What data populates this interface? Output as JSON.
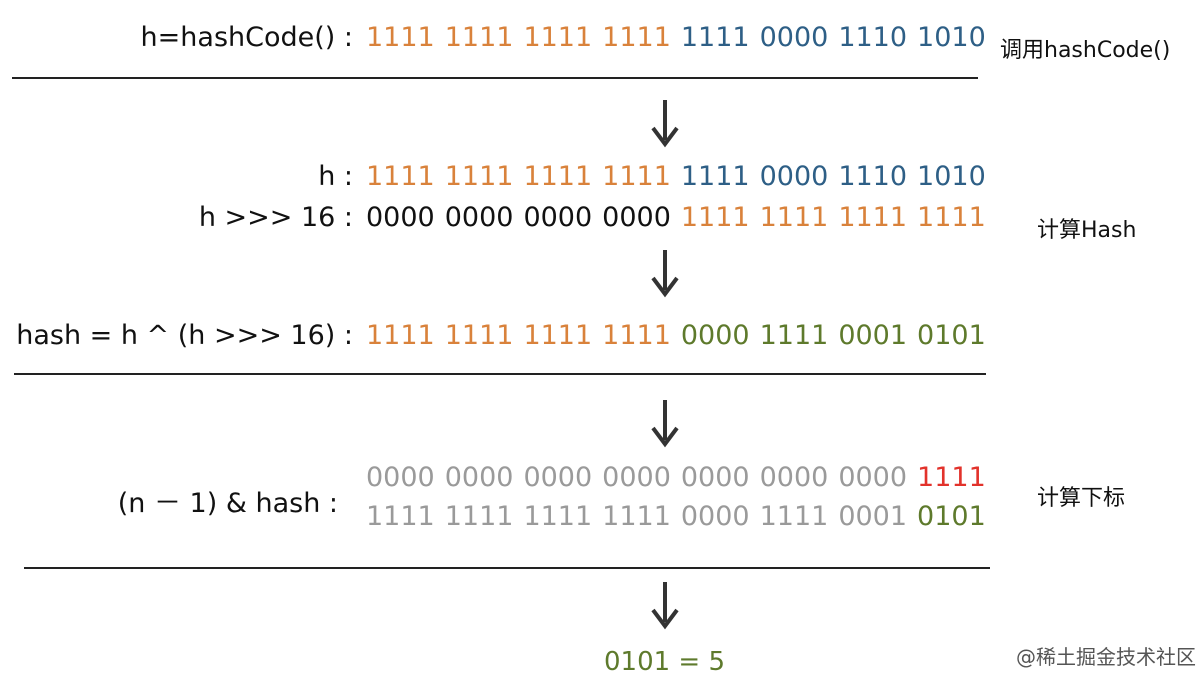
{
  "rows": {
    "hashcode": {
      "label": "h=hashCode() :",
      "groups": [
        "1111",
        "1111",
        "1111",
        "1111",
        "1111",
        "0000",
        "1110",
        "1010"
      ],
      "colors": [
        "orange",
        "orange",
        "orange",
        "orange",
        "blue",
        "blue",
        "blue",
        "blue"
      ]
    },
    "h": {
      "label": "h :",
      "groups": [
        "1111",
        "1111",
        "1111",
        "1111",
        "1111",
        "0000",
        "1110",
        "1010"
      ],
      "colors": [
        "orange",
        "orange",
        "orange",
        "orange",
        "blue",
        "blue",
        "blue",
        "blue"
      ]
    },
    "shift": {
      "label": "h >>> 16 :",
      "groups": [
        "0000",
        "0000",
        "0000",
        "0000",
        "1111",
        "1111",
        "1111",
        "1111"
      ],
      "colors": [
        "black",
        "black",
        "black",
        "black",
        "orange",
        "orange",
        "orange",
        "orange"
      ]
    },
    "hash": {
      "label": "hash = h ^ (h >>> 16) :",
      "groups": [
        "1111",
        "1111",
        "1111",
        "1111",
        "0000",
        "1111",
        "0001",
        "0101"
      ],
      "colors": [
        "orange",
        "orange",
        "orange",
        "orange",
        "green",
        "green",
        "green",
        "green"
      ]
    },
    "mask": {
      "label": "(n － 1) & hash :",
      "groups": [
        "0000",
        "0000",
        "0000",
        "0000",
        "0000",
        "0000",
        "0000",
        "1111"
      ],
      "colors": [
        "gray",
        "gray",
        "gray",
        "gray",
        "gray",
        "gray",
        "gray",
        "red"
      ]
    },
    "hash2": {
      "groups": [
        "1111",
        "1111",
        "1111",
        "1111",
        "0000",
        "1111",
        "0001",
        "0101"
      ],
      "colors": [
        "gray",
        "gray",
        "gray",
        "gray",
        "gray",
        "gray",
        "gray",
        "green"
      ]
    }
  },
  "result": "0101 = 5",
  "side_labels": {
    "step1": "调用hashCode()",
    "step2": "计算Hash",
    "step3": "计算下标"
  },
  "watermark": "@稀土掘金技术社区",
  "palette": {
    "orange": "#d9823b",
    "blue": "#2e5f86",
    "black": "#111111",
    "green": "#5e7a2c",
    "gray": "#9a9a9a",
    "red": "#e2322b"
  }
}
